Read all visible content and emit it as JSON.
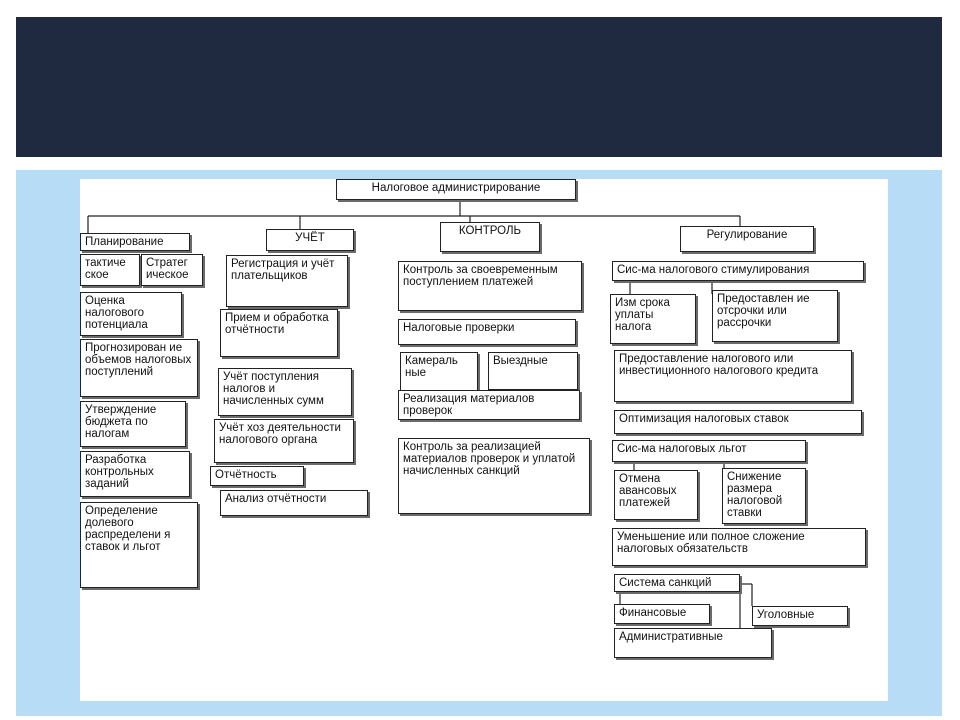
{
  "slide": {
    "title": "",
    "colors": {
      "title_bar": "#1f2940",
      "frame": "#b7dcf5",
      "panel": "#ffffff",
      "box_border": "#222222"
    }
  },
  "diagram": {
    "root": "Налоговое администрирование",
    "columns": {
      "planning": {
        "header": "Планирование",
        "items": [
          "тактиче ское",
          "Стратег ическое",
          "Оценка налогового потенциала",
          "Прогнозирован ие объемов налоговых поступлений",
          "Утверждение бюджета по налогам",
          "Разработка контрольных заданий",
          "Определение долевого распределени я ставок и льгот"
        ]
      },
      "accounting": {
        "header": "УЧЁТ",
        "items": [
          "Регистрация и учёт плательщиков",
          "Прием и обработка отчётности",
          "Учёт поступления налогов и начисленных сумм",
          "Учёт хоз деятельности налогового органа",
          "Отчётность",
          "Анализ отчётности"
        ]
      },
      "control": {
        "header": "КОНТРОЛЬ",
        "items": [
          "Контроль за своевременным поступлением платежей",
          "Налоговые проверки",
          "Камераль ные",
          "Выездные",
          "Реализация материалов проверок",
          "Контроль за реализацией материалов проверок и уплатой начисленных санкций"
        ]
      },
      "regulation": {
        "header": "Регулирование",
        "items": [
          "Сис-ма налогового стимулирования",
          "Изм срока уплаты налога",
          "Предоставлен ие отсрочки или рассрочки",
          "Предоставление налогового или инвестиционного налогового кредита",
          "Оптимизация налоговых ставок",
          "Сис-ма налоговых льгот",
          "Отмена авансовых платежей",
          "Снижение размера налоговой ставки",
          "Уменьшение или полное сложение налоговых обязательств",
          "Система санкций",
          "Финансовые",
          "Уголовные",
          "Административные"
        ]
      }
    }
  }
}
